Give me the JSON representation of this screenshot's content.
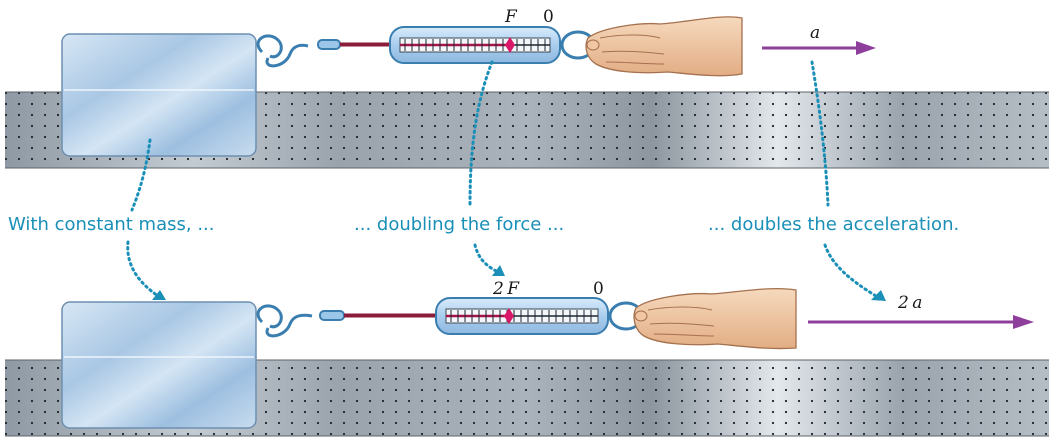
{
  "colors": {
    "caption_text": "#1a8fb8",
    "dotted_guide": "#1a8fb8",
    "arrow": "#8e3f9c",
    "marker": "#d9186a",
    "cord": "#8a1c3a",
    "block_fill": "#bcd6ec",
    "scale_fill": "#b7d7f0"
  },
  "top": {
    "force_label": "F",
    "zero_label": "0",
    "acceleration_label": "a"
  },
  "bottom": {
    "force_label": "2 F",
    "zero_label": "0",
    "acceleration_label": "2 a"
  },
  "captions": {
    "mass": "With constant mass, ...",
    "force": "... doubling the force ...",
    "acceleration": "... doubles the acceleration."
  },
  "icons": [
    "block",
    "spring-scale",
    "hand",
    "arrow",
    "hook"
  ]
}
